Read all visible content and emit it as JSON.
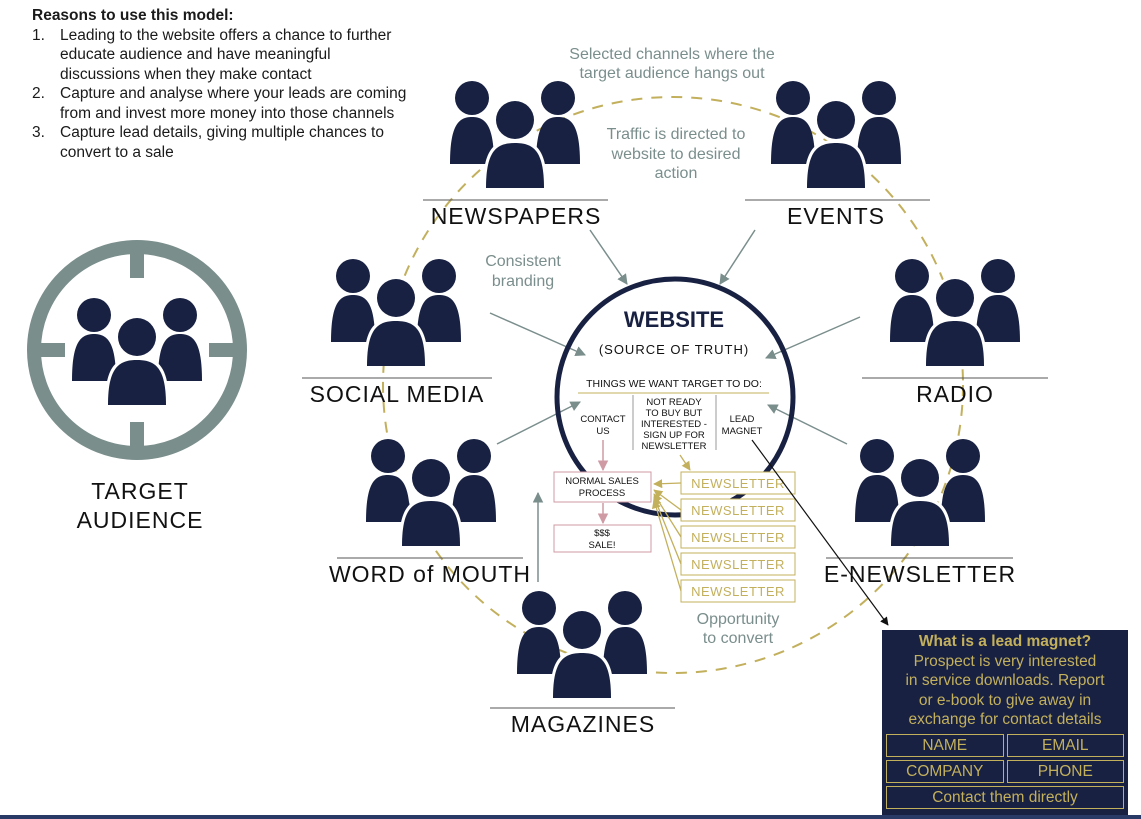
{
  "reasons": {
    "title": "Reasons to use this model:",
    "items": [
      {
        "num": "1.",
        "text": "Leading to the website offers a chance to further educate audience and have meaningful discussions when they make contact"
      },
      {
        "num": "2.",
        "text": "Capture and analyse where your leads are coming from and invest more money into those channels"
      },
      {
        "num": "3.",
        "text": "Capture lead details, giving multiple chances to convert to a sale"
      }
    ]
  },
  "target": {
    "line1": "TARGET",
    "line2": "AUDIENCE"
  },
  "channels": {
    "newspapers": "NEWSPAPERS",
    "events": "EVENTS",
    "social_media": "SOCIAL MEDIA",
    "radio": "RADIO",
    "word_of_mouth": "WORD of MOUTH",
    "e_newsletter": "E-NEWSLETTER",
    "magazines": "MAGAZINES"
  },
  "annotations": {
    "selected_1": "Selected channels where the",
    "selected_2": "target audience hangs out",
    "traffic_1": "Traffic is directed to",
    "traffic_2": "website to desired",
    "traffic_3": "action",
    "branding_1": "Consistent",
    "branding_2": "branding",
    "opportunity_1": "Opportunity",
    "opportunity_2": "to convert"
  },
  "website": {
    "title": "WEBSITE",
    "subtitle": "(SOURCE OF TRUTH)",
    "things": "THINGS WE WANT TARGET TO DO:",
    "contact_1": "CONTACT",
    "contact_2": "US",
    "notready_1": "NOT READY",
    "notready_2": "TO BUY BUT",
    "notready_3": "INTERESTED -",
    "notready_4": "SIGN UP FOR",
    "notready_5": "NEWSLETTER",
    "lead_1": "LEAD",
    "lead_2": "MAGNET"
  },
  "process": {
    "sales_1": "NORMAL SALES",
    "sales_2": "PROCESS",
    "sale_1": "$$$",
    "sale_2": "SALE!",
    "newsletters": [
      "NEWSLETTER",
      "NEWSLETTER",
      "NEWSLETTER",
      "NEWSLETTER",
      "NEWSLETTER"
    ]
  },
  "lead_magnet": {
    "title": "What is a lead magnet?",
    "body": [
      "Prospect is very interested",
      "in service downloads. Report",
      "or e-book to give away in",
      "exchange for contact details"
    ],
    "fields": [
      "NAME",
      "EMAIL",
      "COMPANY",
      "PHONE"
    ],
    "action": "Contact them directly"
  },
  "colors": {
    "navy": "#182142",
    "gray_teal": "#7a8e8c",
    "gold": "#c3b05d",
    "pink": "#cf9aa4"
  }
}
